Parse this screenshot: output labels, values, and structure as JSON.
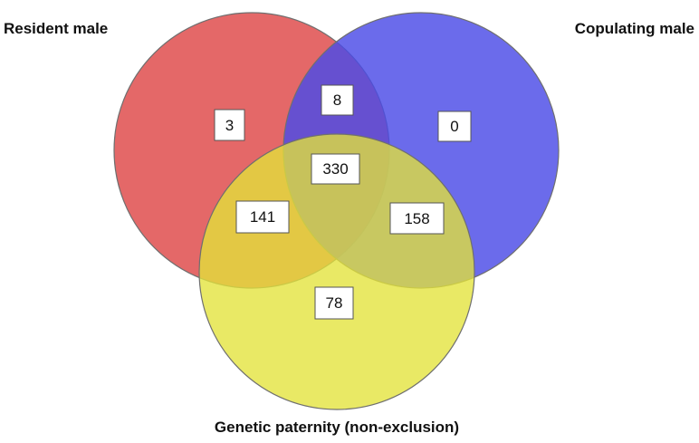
{
  "diagram": {
    "type": "venn-3",
    "sets": [
      {
        "id": "resident",
        "label": "Resident male",
        "color": "#e04f4f"
      },
      {
        "id": "copulating",
        "label": "Copulating male",
        "color": "#4a4ae6"
      },
      {
        "id": "genetic",
        "label": "Genetic paternity (non-exclusion)",
        "color": "#e6e63c"
      }
    ],
    "regions": {
      "resident_only": "3",
      "resident_copulating": "8",
      "copulating_only": "0",
      "all_three": "330",
      "resident_genetic": "141",
      "copulating_genetic": "158",
      "genetic_only": "78"
    }
  }
}
